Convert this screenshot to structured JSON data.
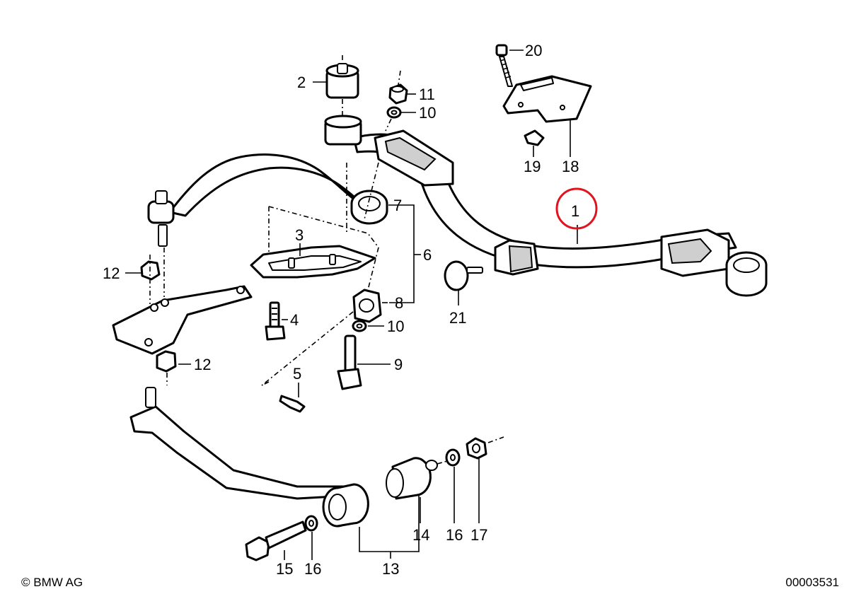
{
  "callouts": {
    "c1": "1",
    "c2": "2",
    "c3": "3",
    "c4": "4",
    "c5": "5",
    "c6": "6",
    "c7": "7",
    "c8": "8",
    "c9": "9",
    "c10a": "10",
    "c10b": "10",
    "c11": "11",
    "c12a": "12",
    "c12b": "12",
    "c13": "13",
    "c14": "14",
    "c15": "15",
    "c16a": "16",
    "c16b": "16",
    "c17": "17",
    "c18": "18",
    "c19": "19",
    "c20": "20",
    "c21": "21"
  },
  "footer": {
    "copyright": "© BMW AG",
    "doc_number": "00003531"
  },
  "colors": {
    "line": "#000000",
    "background": "#ffffff",
    "highlight_circle": "#e0141e"
  }
}
